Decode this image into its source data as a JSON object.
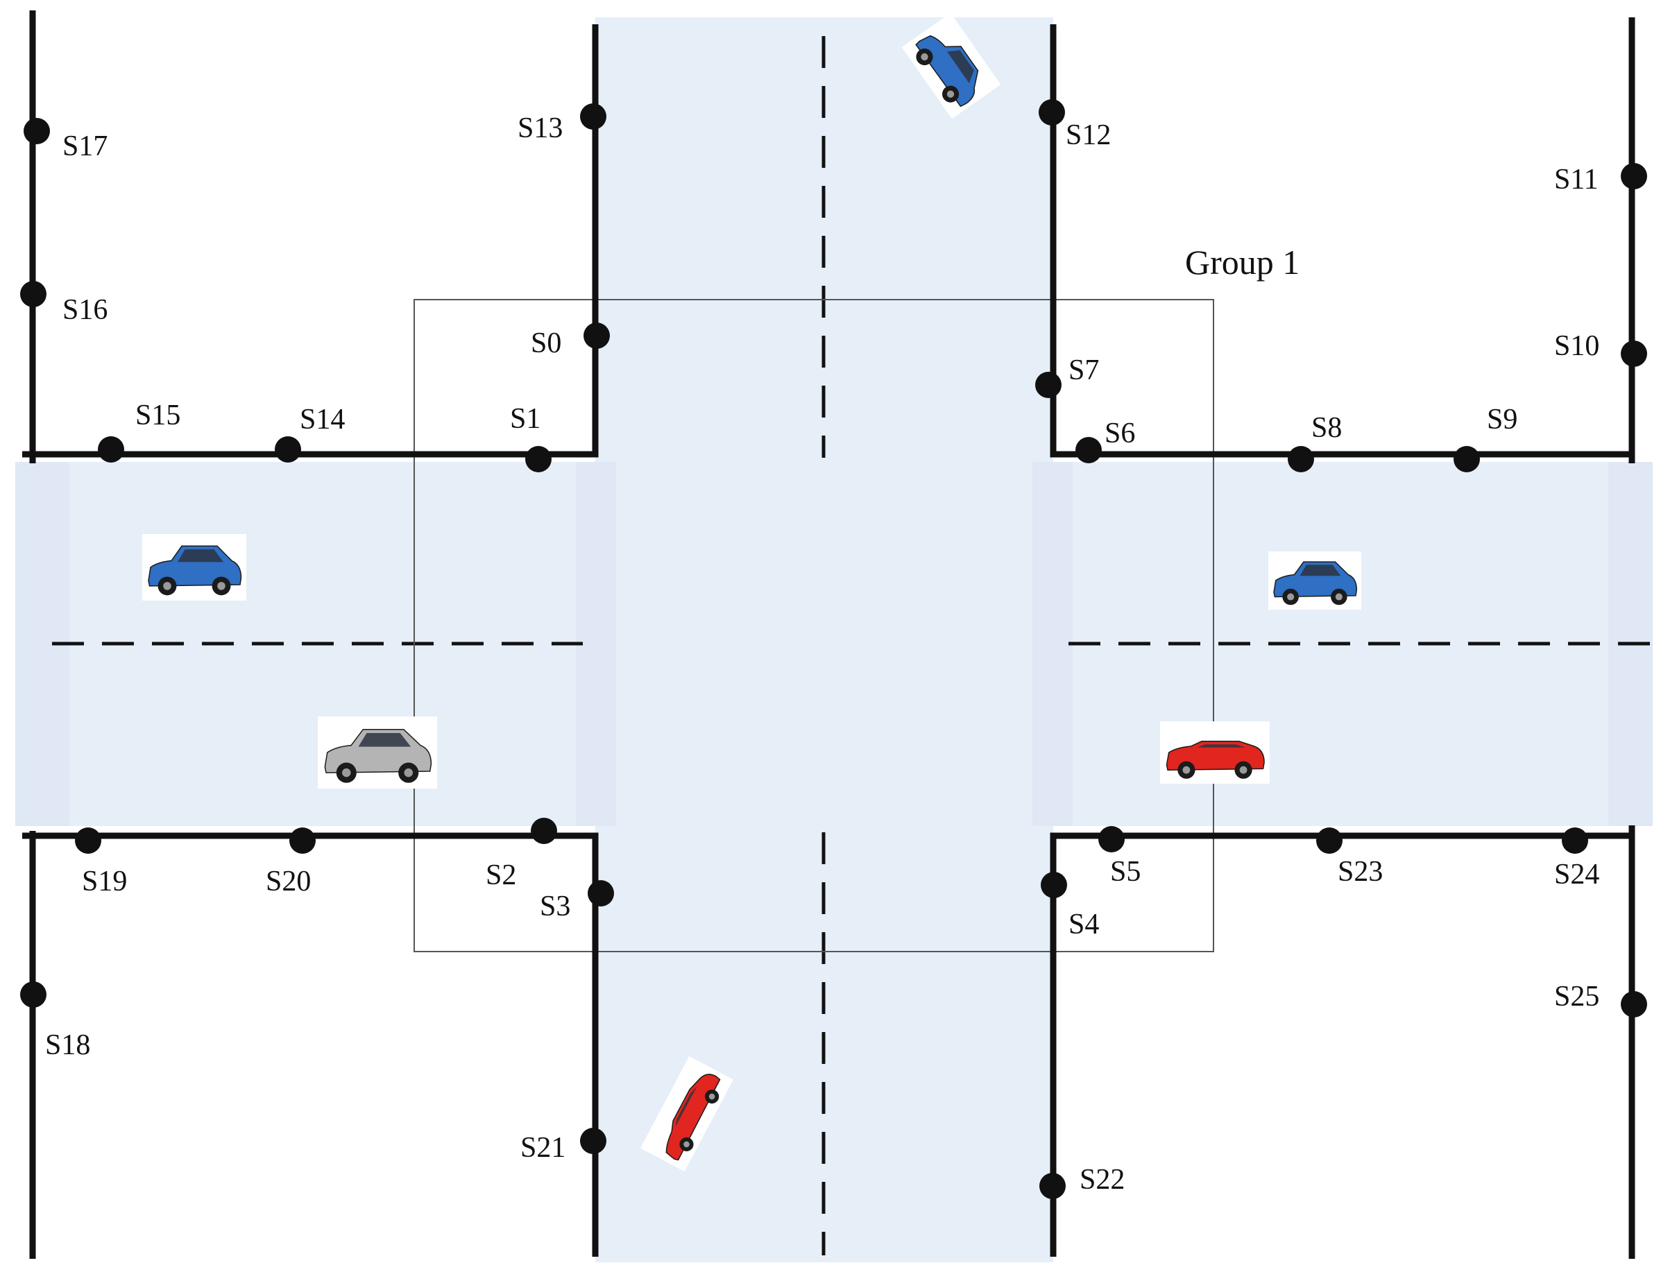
{
  "diagram": {
    "group_label": "Group 1",
    "colors": {
      "road": "#e6eef8",
      "wall": "#111111",
      "sensor": "#111111",
      "blue_car": "#2f6fc4",
      "red_car": "#e0261e",
      "silver_car": "#b4b4b4"
    },
    "sensors": [
      {
        "id": "s0",
        "label": "S0"
      },
      {
        "id": "s1",
        "label": "S1"
      },
      {
        "id": "s2",
        "label": "S2"
      },
      {
        "id": "s3",
        "label": "S3"
      },
      {
        "id": "s4",
        "label": "S4"
      },
      {
        "id": "s5",
        "label": "S5"
      },
      {
        "id": "s6",
        "label": "S6"
      },
      {
        "id": "s7",
        "label": "S7"
      },
      {
        "id": "s8",
        "label": "S8"
      },
      {
        "id": "s9",
        "label": "S9"
      },
      {
        "id": "s10",
        "label": "S10"
      },
      {
        "id": "s11",
        "label": "S11"
      },
      {
        "id": "s12",
        "label": "S12"
      },
      {
        "id": "s13",
        "label": "S13"
      },
      {
        "id": "s14",
        "label": "S14"
      },
      {
        "id": "s15",
        "label": "S15"
      },
      {
        "id": "s16",
        "label": "S16"
      },
      {
        "id": "s17",
        "label": "S17"
      },
      {
        "id": "s18",
        "label": "S18"
      },
      {
        "id": "s19",
        "label": "S19"
      },
      {
        "id": "s20",
        "label": "S20"
      },
      {
        "id": "s21",
        "label": "S21"
      },
      {
        "id": "s22",
        "label": "S22"
      },
      {
        "id": "s23",
        "label": "S23"
      },
      {
        "id": "s24",
        "label": "S24"
      },
      {
        "id": "s25",
        "label": "S25"
      }
    ],
    "vehicles": [
      {
        "id": "car-north",
        "icon": "blue-car-icon"
      },
      {
        "id": "car-west-1",
        "icon": "blue-car-icon"
      },
      {
        "id": "car-west-2",
        "icon": "silver-suv-icon"
      },
      {
        "id": "car-east-1",
        "icon": "blue-car-icon"
      },
      {
        "id": "car-east-2",
        "icon": "red-sports-car-icon"
      },
      {
        "id": "car-south",
        "icon": "red-sports-car-icon"
      }
    ]
  }
}
